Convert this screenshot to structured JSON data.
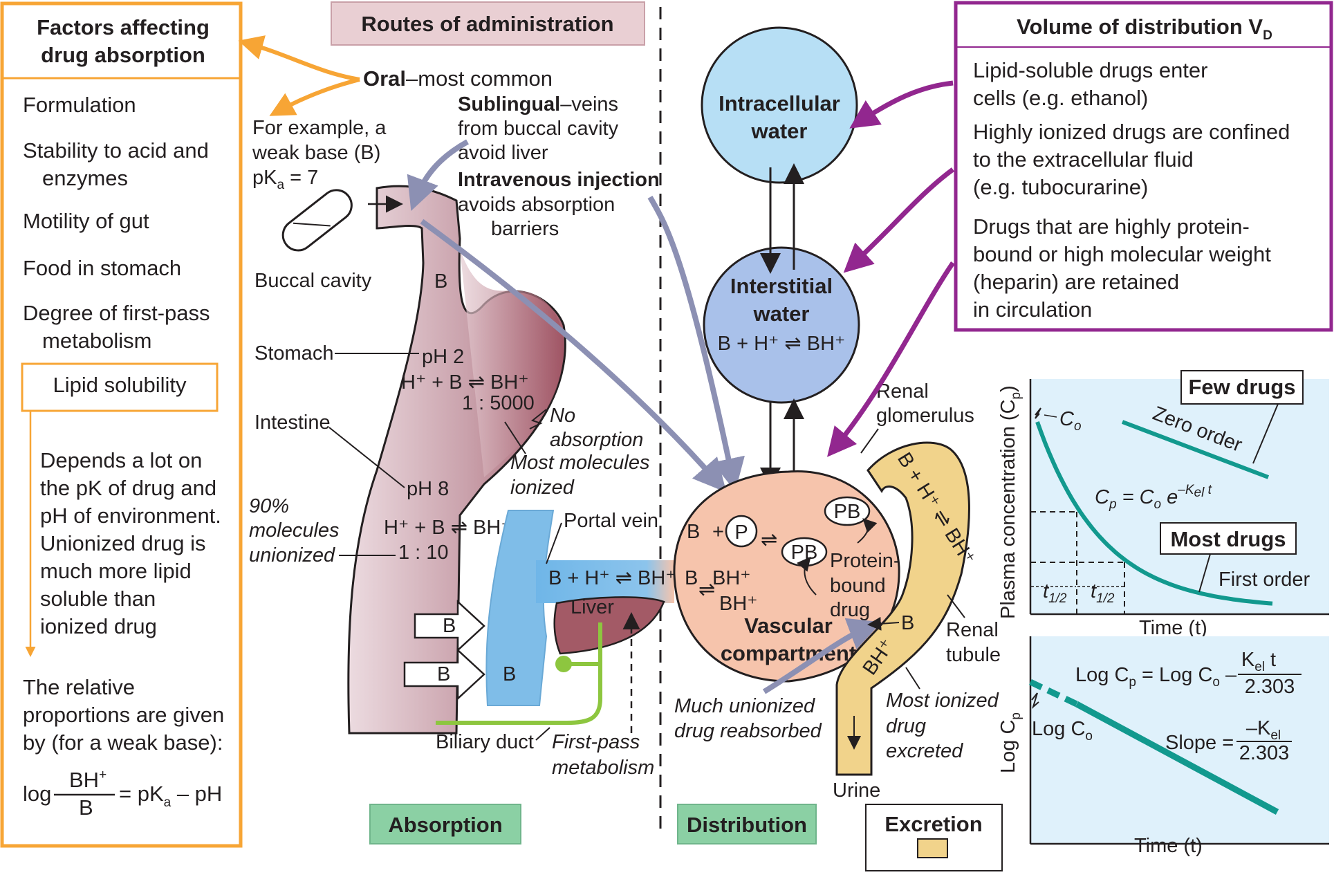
{
  "factors": {
    "title_line1": "Factors affecting",
    "title_line2": "drug absorption",
    "items": [
      "Formulation",
      "Stability to acid and",
      "enzymes",
      "Motility of gut",
      "Food in stomach",
      "Degree of first-pass",
      "metabolism"
    ],
    "lipid_box": "Lipid solubility",
    "depends": [
      "Depends a lot on",
      "the pK of drug and",
      "pH of environment.",
      "Unionized drug is",
      "much more lipid",
      "soluble than",
      "ionized drug"
    ],
    "relative": [
      "The relative",
      "proportions are given",
      "by (for a weak base):"
    ],
    "formula": {
      "log": "log",
      "num": "BH",
      "num_sup": "+",
      "den": "B",
      "rhs": "= pK",
      "rhs_sub": "a",
      "rhs_tail": " – pH"
    }
  },
  "routes": {
    "title": "Routes of administration",
    "oral_bold": "Oral",
    "oral_rest": "–most common",
    "example": [
      "For example, a",
      "weak base (B)",
      "pK",
      "a",
      " = 7"
    ],
    "sublingual_bold": "Sublingual",
    "sublingual_rest": [
      "–veins",
      "from buccal cavity",
      "avoid liver"
    ],
    "iv_bold": "Intravenous injection",
    "iv_rest": [
      "avoids absorption",
      "barriers"
    ]
  },
  "gut": {
    "buccal": "Buccal cavity",
    "b_label": "B",
    "stomach": "Stomach",
    "ph2": "pH 2",
    "eq_stomach": "H⁺ + B ⇌ BH⁺",
    "ratio_stomach": "1 : 5000",
    "no_absorption": [
      "No",
      "absorption"
    ],
    "most_ionized": [
      "Most molecules",
      "ionized"
    ],
    "intestine": "Intestine",
    "ph8": "pH 8",
    "unionized": [
      "90%",
      "molecules",
      "unionized"
    ],
    "eq_intestine": "H⁺ + B ⇌ BH⁺",
    "ratio_intestine": "1 : 10",
    "portal_vein": "Portal vein",
    "portal_eq": "B + H⁺ ⇌ BH⁺",
    "liver": "Liver",
    "arrow_b1": "B",
    "arrow_b2": "B",
    "portal_b": "B",
    "biliary": "Biliary duct",
    "first_pass": [
      "First-pass",
      "metabolism"
    ]
  },
  "sections": {
    "absorption": "Absorption",
    "distribution": "Distribution",
    "excretion": "Excretion"
  },
  "distribution": {
    "intracellular": [
      "Intracellular",
      "water"
    ],
    "interstitial": [
      "Interstitial",
      "water"
    ],
    "interstitial_eq": "B + H⁺ ⇌ BH⁺",
    "vascular": [
      "Vascular",
      "compartment"
    ],
    "vasc_b": "B",
    "vasc_bh": "BH⁺",
    "vasc_bh2": "BH⁺",
    "vasc_plus": "+",
    "p": "P",
    "pb": "PB",
    "protein_bound": [
      "Protein-",
      "bound",
      "drug"
    ],
    "reabsorbed": [
      "Much unionized",
      "drug reabsorbed"
    ]
  },
  "excretion": {
    "renal_glomerulus": [
      "Renal",
      "glomerulus"
    ],
    "tubule_eq": "B + H⁺ ⇌ BH⁺",
    "tubule_bh": "BH⁺",
    "tubule_b": "B",
    "renal_tubule": [
      "Renal",
      "tubule"
    ],
    "most_ionized_excreted": [
      "Most ionized",
      "drug",
      "excreted"
    ],
    "urine": "Urine"
  },
  "vd": {
    "title": "Volume of distribution V",
    "title_sub": "D",
    "p1": [
      "Lipid-soluble drugs enter",
      "cells (e.g. ethanol)"
    ],
    "p2": [
      "Highly ionized drugs are confined",
      "to the extracellular fluid",
      "(e.g. tubocurarine)"
    ],
    "p3": [
      "Drugs that are highly protein-",
      "bound or high molecular weight",
      "(heparin) are retained",
      "in circulation"
    ]
  },
  "graph1": {
    "ylabel": "Plasma concentration (C",
    "ylabel_sub": "p",
    "ylabel_end": ")",
    "xlabel": "Time (t)",
    "co": "C",
    "co_sub": "o",
    "few_drugs": "Few drugs",
    "zero_order": "Zero order",
    "cp_eq": "C",
    "most_drugs": "Most drugs",
    "first_order": "First order",
    "half": "t",
    "half_sub": "1/2"
  },
  "graph2": {
    "ylabel": "Log C",
    "ylabel_sub": "p",
    "xlabel": "Time (t)",
    "log_eq": "Log C",
    "log_co": "Log C",
    "slope": "Slope =",
    "kel": "–K",
    "denom": "2.303"
  },
  "colors": {
    "orange": "#f7a535",
    "purple": "#92278f",
    "teal": "#12998e",
    "gut": "#c59aa4",
    "blue_vessel": "#7fbde8",
    "liver": "#a35a66",
    "green_duct": "#8dc63f",
    "intracellular": "#b7dff5",
    "interstitial": "#a9c1ea",
    "vascular": "#f6c4ac",
    "tubule": "#f1d38b",
    "graph_bg": "#dff1fb",
    "section_green": "#8bd0a4",
    "routes_pink": "#e9cfd3"
  }
}
